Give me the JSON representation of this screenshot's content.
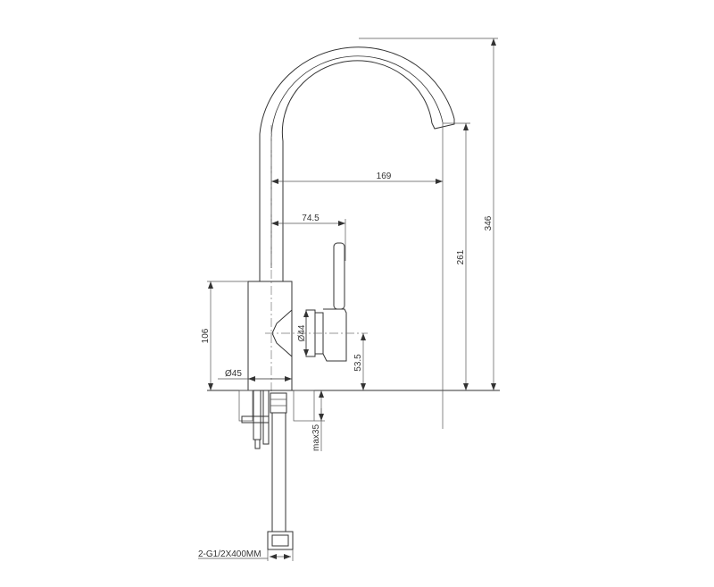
{
  "drawing": {
    "title": "Kitchen faucet dimension drawing",
    "dimensions": {
      "total_height": "346",
      "spout_height": "261",
      "spout_reach": "169",
      "handle_offset": "74.5",
      "body_height": "106",
      "body_diameter": "Ø45",
      "cartridge_diameter": "Ø44",
      "handle_axis_height": "53.5",
      "max_counter_thickness": "max35"
    },
    "hose_label": "2-G1/2X400MM"
  },
  "colors": {
    "line": "#333333",
    "hatch": "#999999"
  }
}
